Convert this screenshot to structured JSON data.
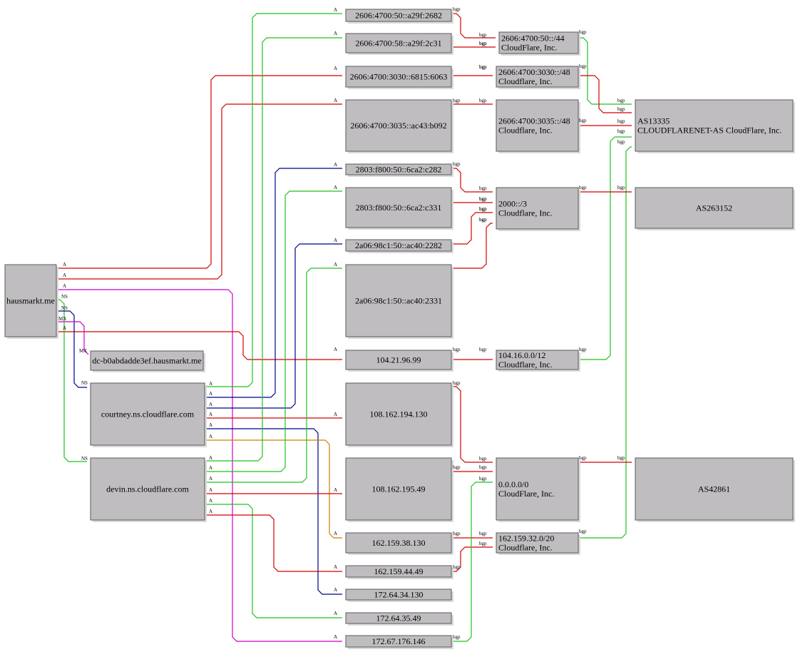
{
  "colors": {
    "red": "#d40000",
    "green": "#1ec21e",
    "blue": "#00008b",
    "magenta": "#cc00cc",
    "orange": "#cc8000",
    "node_fill": "#c0bdc0"
  },
  "nodes": {
    "domain": [
      "hausmarkt.me"
    ],
    "mx": [
      "dc-b0abdadde3ef.hausmarkt.me"
    ],
    "ns1": [
      "courtney.ns.cloudflare.com"
    ],
    "ns2": [
      "devin.ns.cloudflare.com"
    ],
    "ip1": [
      "2606:4700:50::a29f:2682"
    ],
    "ip2": [
      "2606:4700:58::a29f:2c31"
    ],
    "ip3": [
      "2606:4700:3030::6815:6063"
    ],
    "ip4": [
      "2606:4700:3035::ac43:b092"
    ],
    "ip5": [
      "2803:f800:50::6ca2:c282"
    ],
    "ip6": [
      "2803:f800:50::6ca2:c331"
    ],
    "ip7": [
      "2a06:98c1:50::ac40:2282"
    ],
    "ip8": [
      "2a06:98c1:50::ac40:2331"
    ],
    "ip9": [
      "104.21.96.99"
    ],
    "ip10": [
      "108.162.194.130"
    ],
    "ip11": [
      "108.162.195.49"
    ],
    "ip12": [
      "162.159.38.130"
    ],
    "ip13": [
      "162.159.44.49"
    ],
    "ip14": [
      "172.64.34.130"
    ],
    "ip15": [
      "172.64.35.49"
    ],
    "ip16": [
      "172.67.176.146"
    ],
    "pf1": [
      "2606:4700:50::/44",
      "CloudFlare, Inc."
    ],
    "pf2": [
      "2606:4700:3030::/48",
      "Cloudflare, Inc."
    ],
    "pf3": [
      "2606:4700:3035::/48",
      "Cloudflare, Inc."
    ],
    "pf4": [
      "2000::/3",
      "Cloudflare, Inc."
    ],
    "pf5": [
      "104.16.0.0/12",
      "Cloudflare, Inc."
    ],
    "pf6": [
      "0.0.0.0/0",
      "CloudFlare, Inc."
    ],
    "pf7": [
      "162.159.32.0/20",
      "Cloudflare, Inc."
    ],
    "as1": [
      "AS13335",
      "CLOUDFLARENET-AS CloudFlare, Inc."
    ],
    "as2": [
      "AS263152"
    ],
    "as3": [
      "AS42861"
    ]
  },
  "edge_labels": {
    "a": "A",
    "ns": "NS",
    "mx": "MX",
    "bgp": "bgp"
  }
}
